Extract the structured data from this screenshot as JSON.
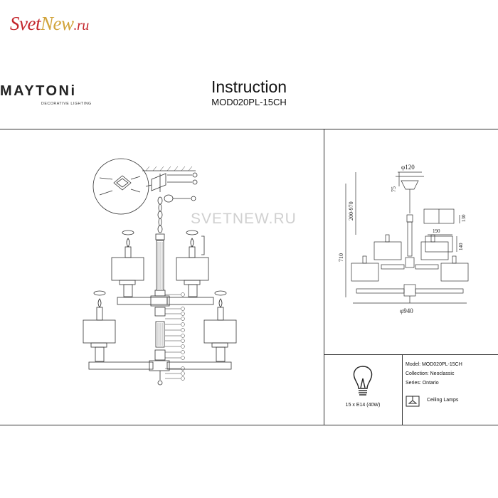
{
  "watermark": {
    "part1": "Svet",
    "part2": "New",
    "part3": ".ru"
  },
  "brand": {
    "name": "MAYTONi",
    "tagline": "DECORATIVE LIGHTING"
  },
  "header": {
    "title": "Instruction",
    "model": "MOD020PL-15CH"
  },
  "diagram": {
    "watermark": "SVETNEW.RU"
  },
  "dimensions": {
    "top_diameter": "φ120",
    "canopy_height": "75",
    "chain_range": "200-970",
    "total_height": "710",
    "shade_width": "190",
    "shade_height": "140",
    "shade_side": "130",
    "span_diameter": "φ940"
  },
  "bulb": {
    "caption": "15 x E14 (40W)"
  },
  "specs": {
    "model": "Model: MOD020PL-15CH",
    "collection": "Collection: Neoclassic",
    "series": "Series: Ontario",
    "category": "Ceiling Lamps"
  },
  "colors": {
    "watermark_red": "#c4262c",
    "watermark_gold": "#d1a33a",
    "line": "#333333"
  }
}
